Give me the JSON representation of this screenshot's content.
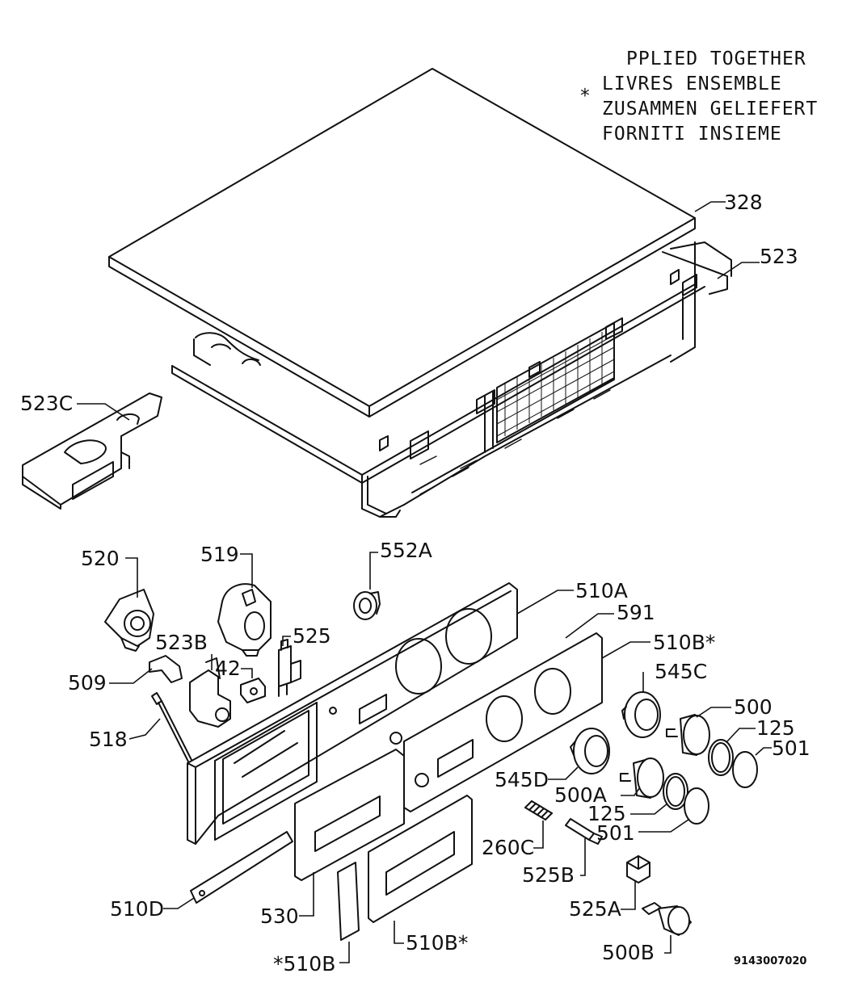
{
  "notes": {
    "line1": "PPLIED TOGETHER",
    "line2": "LIVRES ENSEMBLE",
    "line3": "ZUSAMMEN GELIEFERT",
    "line4": "FORNITI INSIEME",
    "asterisk": "*"
  },
  "drawing_code": "9143007020",
  "parts": [
    "328",
    "523",
    "523C",
    "552A",
    "520",
    "519",
    "510A",
    "591",
    "510B*",
    "525",
    "523B",
    "42",
    "509",
    "545C",
    "500",
    "125",
    "501",
    "518",
    "545D",
    "500A",
    "125",
    "501",
    "260C",
    "525B",
    "525A",
    "500B",
    "510D",
    "530",
    "510B*",
    "*510B"
  ]
}
